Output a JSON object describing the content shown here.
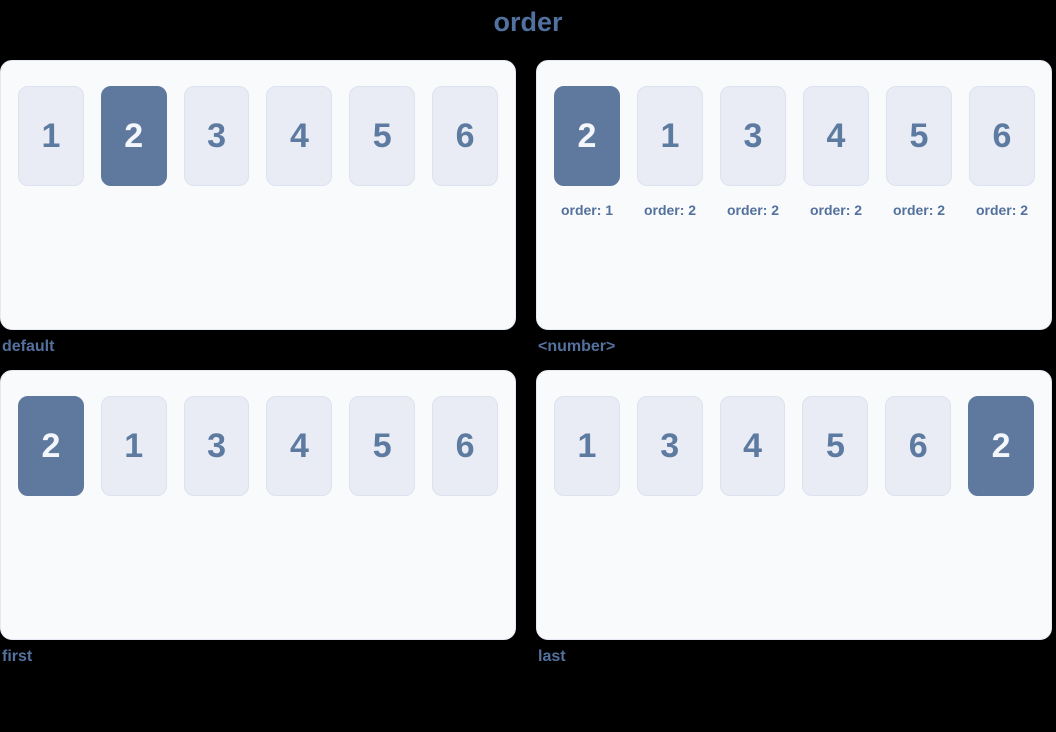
{
  "page": {
    "title": "order"
  },
  "colors": {
    "background": "#000000",
    "accent_text": "#54719e",
    "panel_bg": "#f8fafc",
    "panel_border": "#e5eaf2",
    "box_fill": "#e9ecf4",
    "box_border": "#dce2ee",
    "box_text": "#5d7aa0",
    "highlight_bg": "#5e789e",
    "highlight_text": "#f3f6fa"
  },
  "panels": [
    {
      "caption": "default",
      "items": [
        {
          "label": "1",
          "highlighted": false
        },
        {
          "label": "2",
          "highlighted": true
        },
        {
          "label": "3",
          "highlighted": false
        },
        {
          "label": "4",
          "highlighted": false
        },
        {
          "label": "5",
          "highlighted": false
        },
        {
          "label": "6",
          "highlighted": false
        }
      ]
    },
    {
      "caption": "<number>",
      "items": [
        {
          "label": "2",
          "highlighted": true,
          "annotation": "order: 1"
        },
        {
          "label": "1",
          "highlighted": false,
          "annotation": "order: 2"
        },
        {
          "label": "3",
          "highlighted": false,
          "annotation": "order: 2"
        },
        {
          "label": "4",
          "highlighted": false,
          "annotation": "order: 2"
        },
        {
          "label": "5",
          "highlighted": false,
          "annotation": "order: 2"
        },
        {
          "label": "6",
          "highlighted": false,
          "annotation": "order: 2"
        }
      ]
    },
    {
      "caption": "first",
      "items": [
        {
          "label": "2",
          "highlighted": true
        },
        {
          "label": "1",
          "highlighted": false
        },
        {
          "label": "3",
          "highlighted": false
        },
        {
          "label": "4",
          "highlighted": false
        },
        {
          "label": "5",
          "highlighted": false
        },
        {
          "label": "6",
          "highlighted": false
        }
      ]
    },
    {
      "caption": "last",
      "items": [
        {
          "label": "1",
          "highlighted": false
        },
        {
          "label": "3",
          "highlighted": false
        },
        {
          "label": "4",
          "highlighted": false
        },
        {
          "label": "5",
          "highlighted": false
        },
        {
          "label": "6",
          "highlighted": false
        },
        {
          "label": "2",
          "highlighted": true
        }
      ]
    }
  ]
}
